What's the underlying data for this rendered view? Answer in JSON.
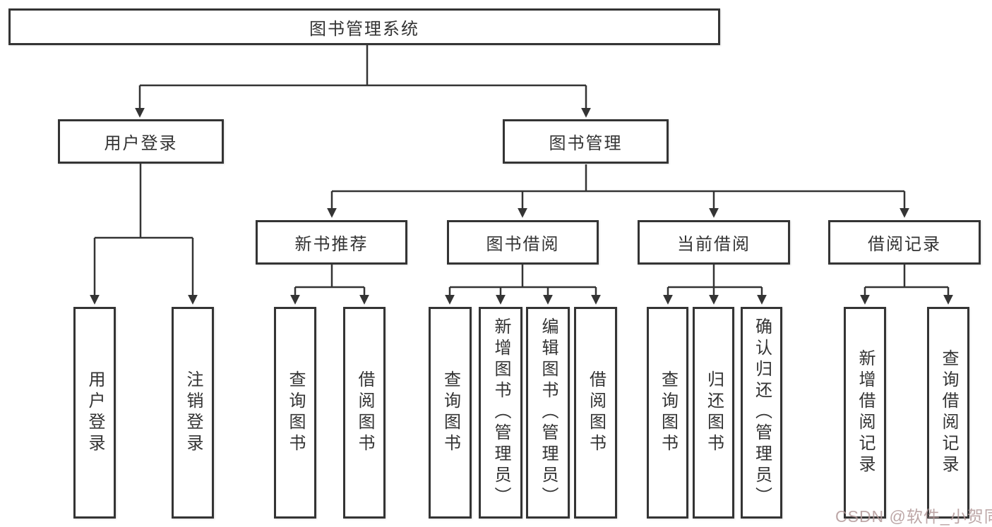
{
  "diagram": {
    "root": "图书管理系统",
    "branches": [
      {
        "label": "用户登录",
        "children": [
          {
            "label": "用户登录"
          },
          {
            "label": "注销登录"
          }
        ]
      },
      {
        "label": "图书管理",
        "children": [
          {
            "label": "新书推荐",
            "children": [
              {
                "label": "查询图书"
              },
              {
                "label": "借阅图书"
              }
            ]
          },
          {
            "label": "图书借阅",
            "children": [
              {
                "label": "查询图书"
              },
              {
                "label": "新增图书（管理员）"
              },
              {
                "label": "编辑图书（管理员）"
              },
              {
                "label": "借阅图书"
              }
            ]
          },
          {
            "label": "当前借阅",
            "children": [
              {
                "label": "查询图书"
              },
              {
                "label": "归还图书"
              },
              {
                "label": "确认归还（管理员）"
              }
            ]
          },
          {
            "label": "借阅记录",
            "children": [
              {
                "label": "新增借阅记录"
              },
              {
                "label": "查询借阅记录"
              }
            ]
          }
        ]
      }
    ],
    "watermark": "CSDN @软件_小贺同学",
    "colors": {
      "line": "#343434",
      "text": "#333333",
      "background": "#ffffff",
      "watermark_text": "#b29898"
    }
  }
}
